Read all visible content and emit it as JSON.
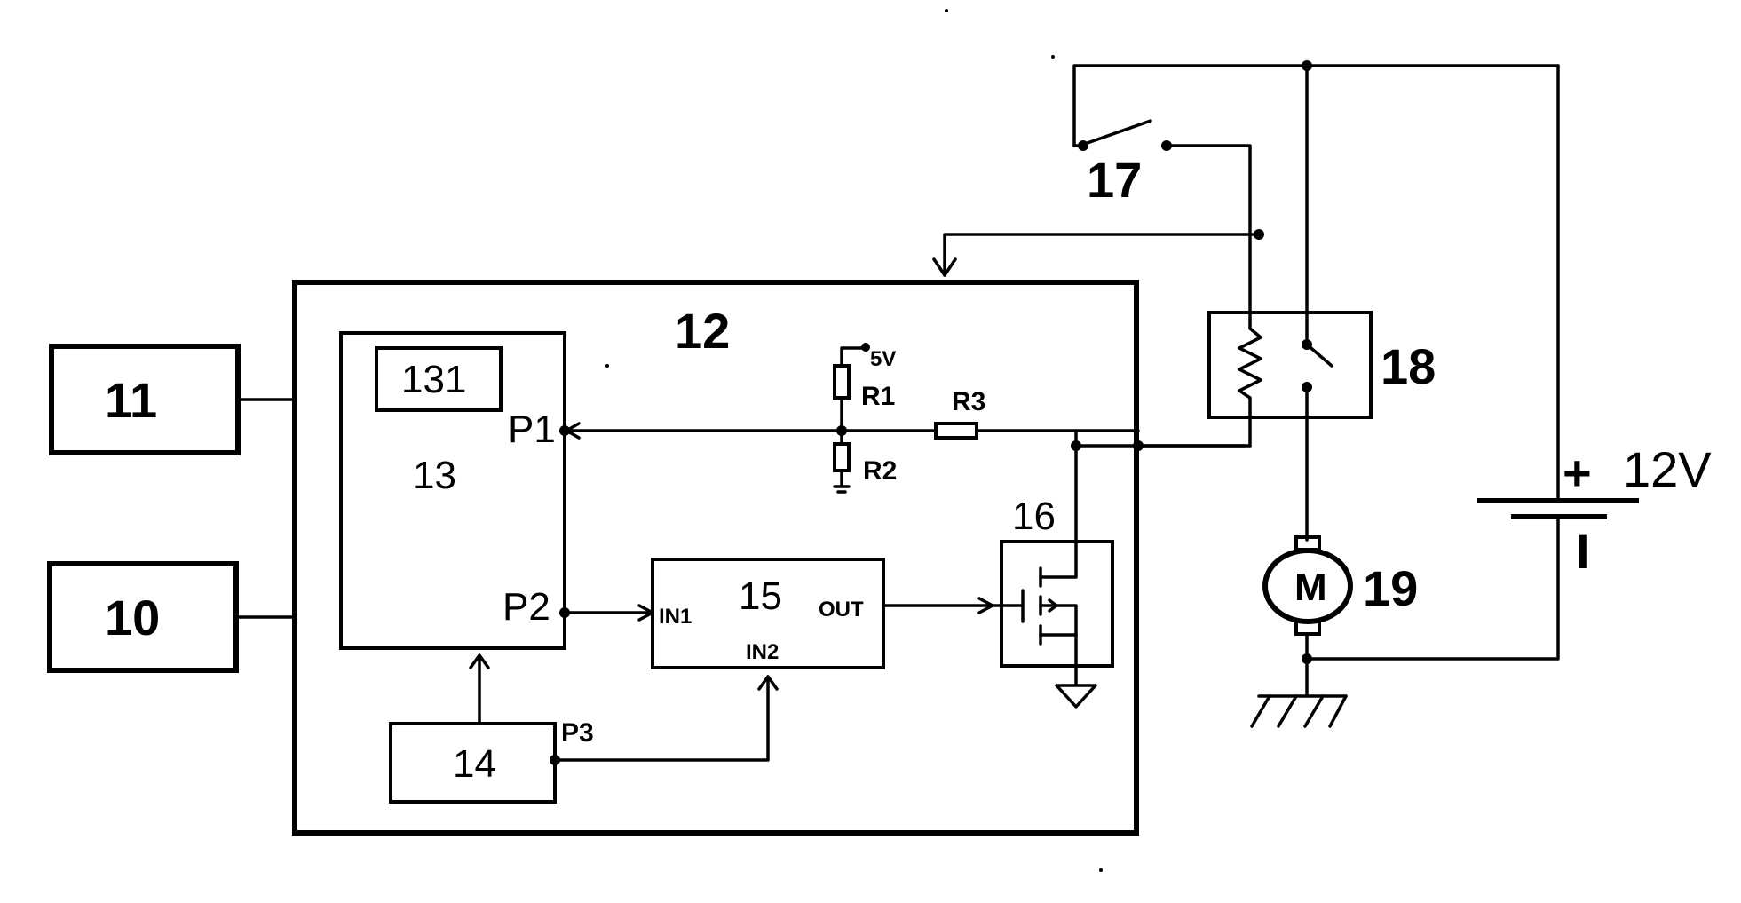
{
  "blocks": {
    "b10": "10",
    "b11": "11",
    "b12": "12",
    "b13": "13",
    "b131": "131",
    "b14": "14",
    "b15": "15",
    "b16": "16",
    "b17": "17",
    "b18": "18",
    "b19": "19"
  },
  "pins": {
    "p1": "P1",
    "p2": "P2",
    "p3": "P3",
    "in1": "IN1",
    "in2": "IN2",
    "out": "OUT"
  },
  "components": {
    "r1": "R1",
    "r2": "R2",
    "r3": "R3",
    "v5": "5V",
    "motor": "M",
    "battery_plus": "+",
    "battery_minus": "I",
    "battery_voltage": "12V"
  }
}
